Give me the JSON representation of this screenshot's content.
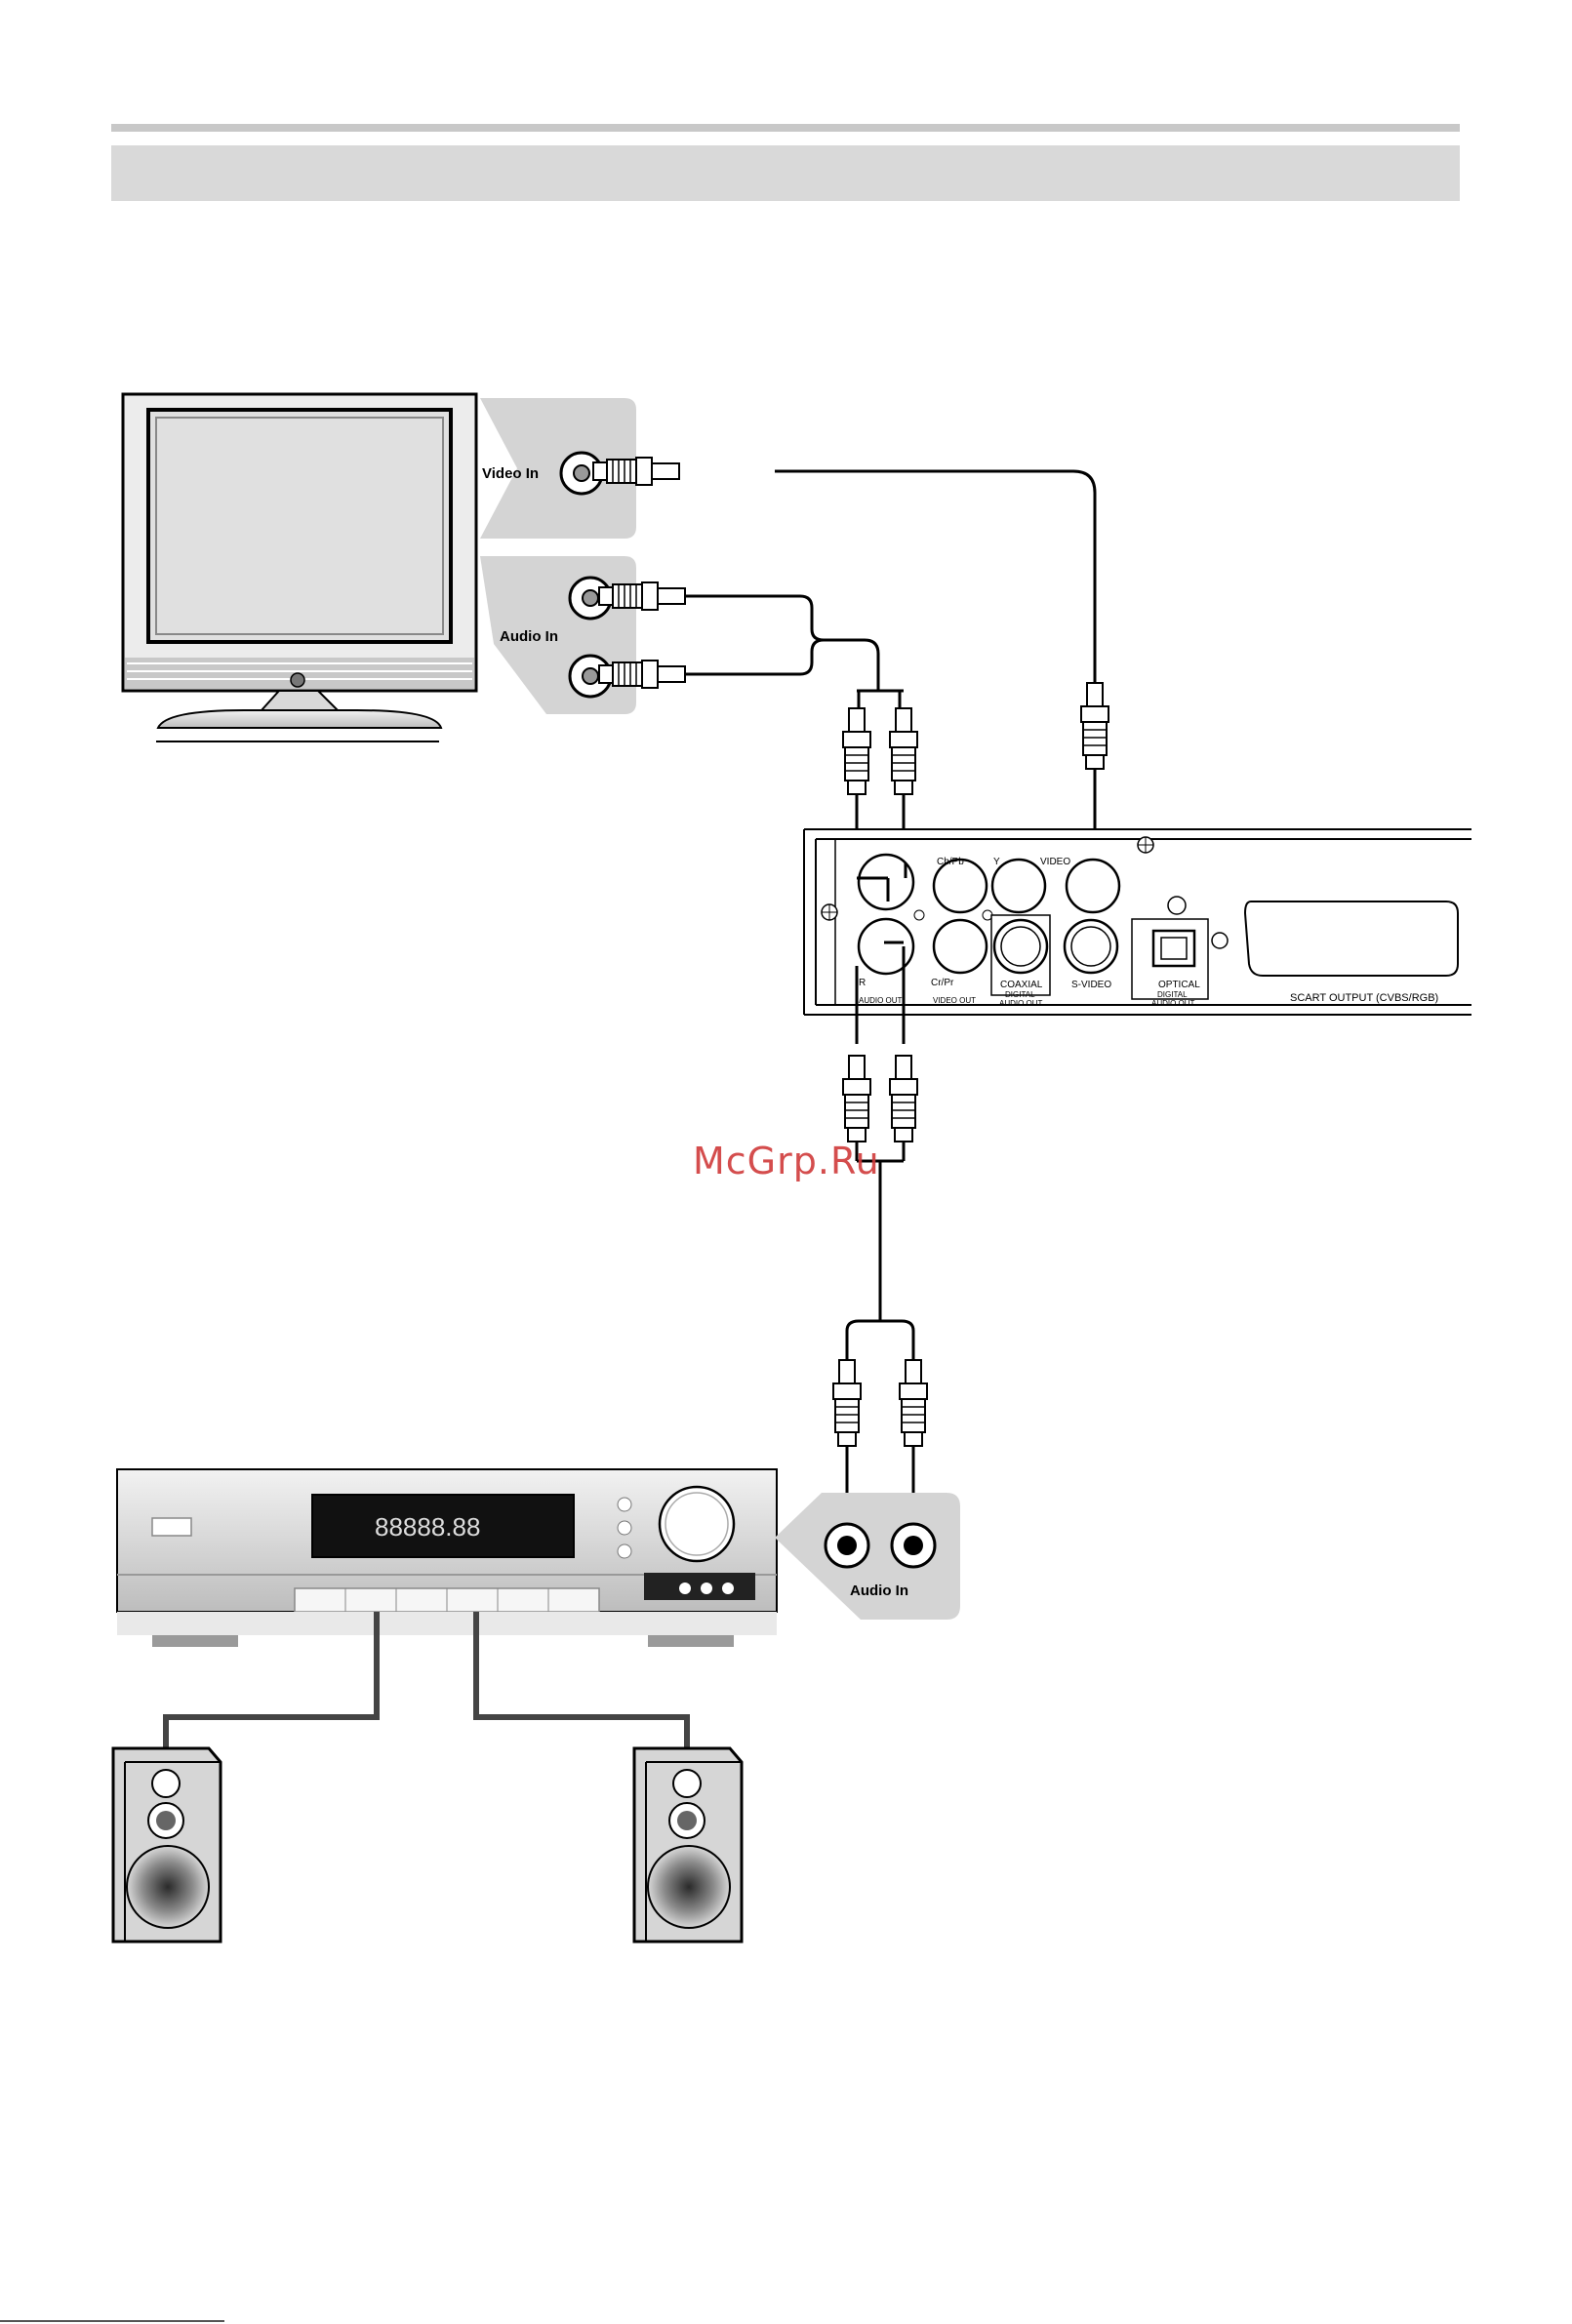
{
  "tv": {
    "video_in_label": "Video In",
    "audio_in_label": "Audio In"
  },
  "dvd_panel": {
    "labels": {
      "cbpb": "Cb/Pb",
      "y": "Y",
      "video": "VIDEO",
      "crpr": "Cr/Pr",
      "r": "R",
      "coaxial": "COAXIAL",
      "svideo": "S-VIDEO",
      "optical": "OPTICAL",
      "audio_out": "AUDIO OUT",
      "video_out": "VIDEO OUT",
      "digital_audio_out_1": "DIGITAL",
      "digital_audio_out_2": "AUDIO OUT",
      "optical_sub_1": "DIGITAL",
      "optical_sub_2": "AUDIO OUT",
      "scart": "SCART OUTPUT (CVBS/RGB)"
    }
  },
  "receiver": {
    "display_text": "88888.88",
    "audio_in_label": "Audio In"
  },
  "watermark": "McGrp.Ru",
  "colors": {
    "panel_gray": "#d4d4d4",
    "header_gray": "#d9d9d9",
    "watermark_red": "#d03a3a"
  }
}
